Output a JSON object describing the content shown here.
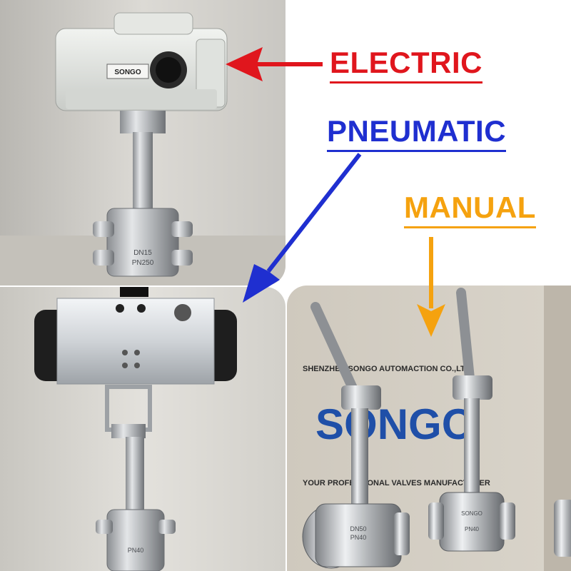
{
  "labels": {
    "electric": "ELECTRIC",
    "pneumatic": "PNEUMATIC",
    "manual": "MANUAL"
  },
  "colors": {
    "electric": "#e0161d",
    "pneumatic": "#1f2fd0",
    "manual": "#f5a20f"
  },
  "electric_panel": {
    "brand_plate": "SONGO",
    "body_marking_size": "DN15",
    "body_marking_pressure": "PN250"
  },
  "pneumatic_panel": {
    "body_marking_pressure": "PN40"
  },
  "manual_panel": {
    "box_company_line": "SHENZHEN SONGO AUTOMACTION CO.,LTD.",
    "box_logo": "SONGO",
    "box_slogan": "YOUR PROFESSIONAL VALVES MANUFACTURER",
    "left_valve_size": "DN50",
    "left_valve_pressure": "PN40",
    "right_valve_brand": "SONGO",
    "right_valve_pressure": "PN40"
  }
}
